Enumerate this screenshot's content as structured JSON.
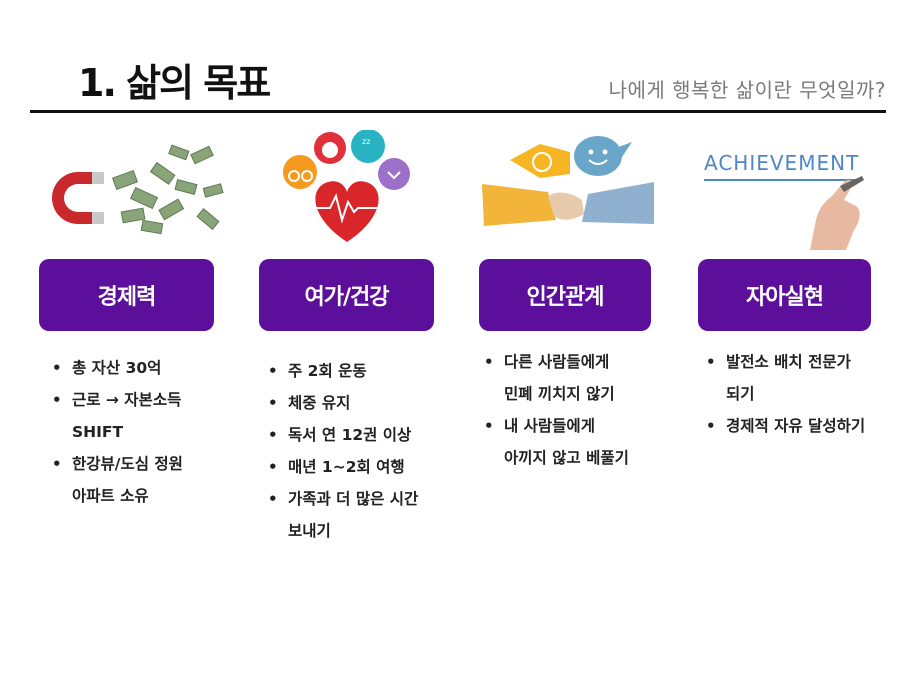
{
  "header": {
    "title": "1. 삶의 목표",
    "subtitle": "나에게 행복한 삶이란 무엇일까?"
  },
  "columns": [
    {
      "label": "경제력",
      "icon": "money-magnet-icon",
      "items": [
        [
          "총 자산 30억"
        ],
        [
          "근로 → 자본소득",
          "SHIFT"
        ],
        [
          "한강뷰/도심 정원",
          "아파트 소유"
        ]
      ]
    },
    {
      "label": "여가/건강",
      "icon": "health-heart-icon",
      "items": [
        [
          "주 2회 운동"
        ],
        [
          "체중 유지"
        ],
        [
          "독서 연 12권 이상"
        ],
        [
          "매년 1~2회 여행"
        ],
        [
          "가족과 더 많은 시간",
          "보내기"
        ]
      ]
    },
    {
      "label": "인간관계",
      "icon": "handshake-icon",
      "items": [
        [
          "다른 사람들에게",
          "민폐 끼치지 않기"
        ],
        [
          "내 사람들에게",
          "아끼지 않고 베풀기"
        ]
      ]
    },
    {
      "label": "자아실현",
      "icon": "achievement-hand-icon",
      "pic_text": "ACHIEVEMENT",
      "items": [
        [
          "발전소 배치 전문가",
          "되기"
        ],
        [
          "경제적 자유 달성하기"
        ]
      ]
    }
  ],
  "colors": {
    "box": "#5b0f9a",
    "title": "#111111",
    "subtitle": "#7a7a7a"
  }
}
